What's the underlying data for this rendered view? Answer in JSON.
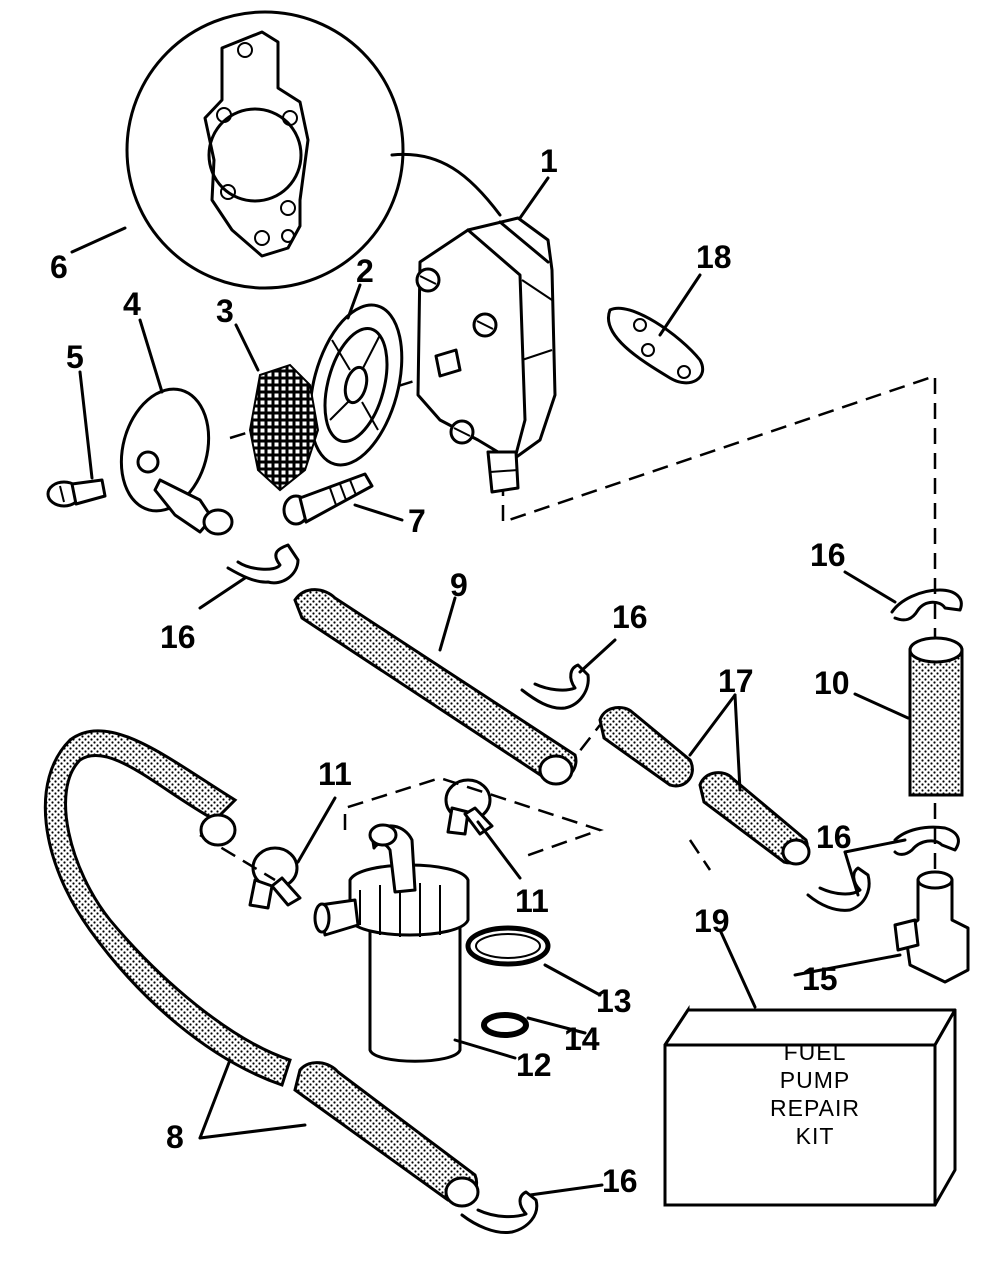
{
  "callouts": {
    "c1": "1",
    "c2": "2",
    "c3": "3",
    "c4": "4",
    "c5": "5",
    "c6": "6",
    "c7": "7",
    "c8": "8",
    "c9": "9",
    "c10": "10",
    "c11a": "11",
    "c11b": "11",
    "c12": "12",
    "c13": "13",
    "c14": "14",
    "c15": "15",
    "c16a": "16",
    "c16b": "16",
    "c16c": "16",
    "c16d": "16",
    "c16e": "16",
    "c17": "17",
    "c18": "18",
    "c19": "19"
  },
  "kit_label": {
    "line1": "FUEL",
    "line2": "PUMP",
    "line3": "REPAIR",
    "line4": "KIT"
  }
}
